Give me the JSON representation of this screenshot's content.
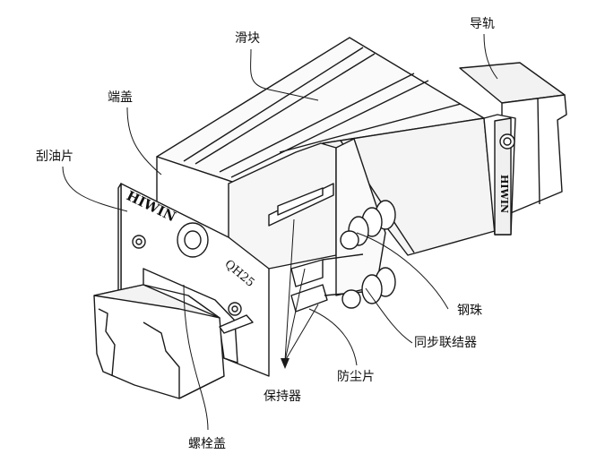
{
  "labels": {
    "slider": "滑块",
    "rail": "导轨",
    "end_cap": "端盖",
    "scraper": "刮油片",
    "steel_ball": "钢珠",
    "sync_connector": "同步联结器",
    "dust_sheet": "防尘片",
    "retainer": "保持器",
    "bolt_cap": "螺栓盖"
  },
  "markings": {
    "brand": "HIWIN",
    "model": "QH25",
    "brand_side": "HIWIN"
  },
  "colors": {
    "line": "#1a1a1a",
    "fill": "#ffffff",
    "shade": "#e9e9e9"
  }
}
